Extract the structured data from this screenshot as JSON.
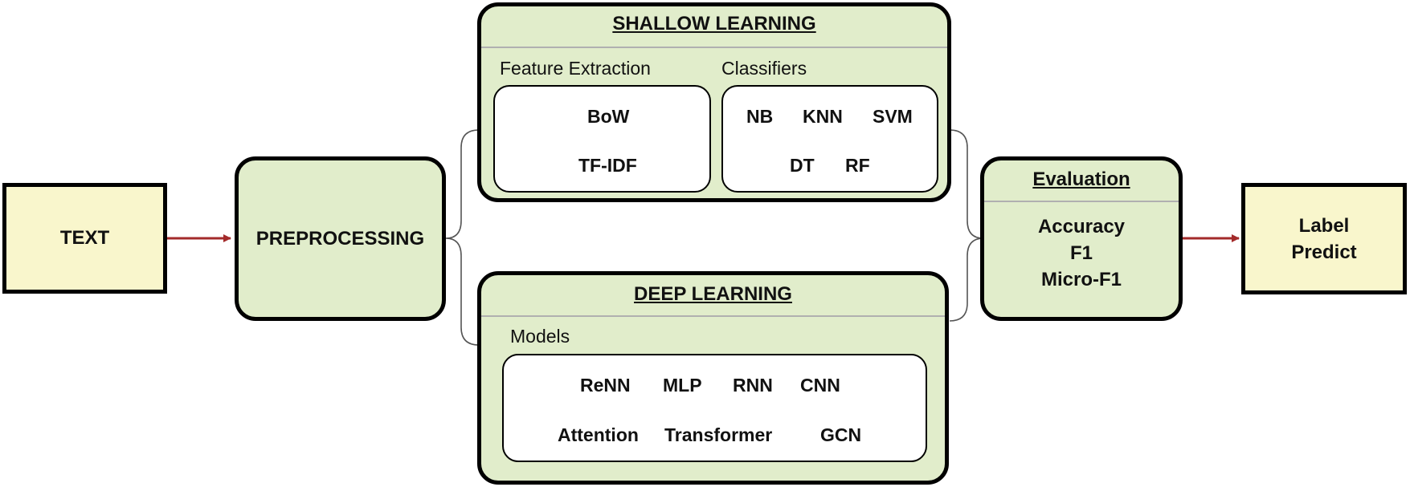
{
  "text_box": {
    "label": "TEXT"
  },
  "preprocessing": {
    "label": "PREPROCESSING"
  },
  "shallow": {
    "title": "SHALLOW LEARNING",
    "feature_label": "Feature Extraction",
    "classifier_label": "Classifiers",
    "features": [
      "BoW",
      "TF-IDF"
    ],
    "classifiers": [
      "NB",
      "KNN",
      "SVM",
      "DT",
      "RF"
    ]
  },
  "deep": {
    "title": "DEEP LEARNING",
    "models_label": "Models",
    "models": [
      "ReNN",
      "MLP",
      "RNN",
      "CNN",
      "Attention",
      "Transformer",
      "GCN"
    ]
  },
  "evaluation": {
    "title": "Evaluation",
    "metrics": [
      "Accuracy",
      "F1",
      "Micro-F1"
    ]
  },
  "output": {
    "line1": "Label",
    "line2": "Predict"
  },
  "colors": {
    "arrow": "#a32a2a",
    "green_fill": "#e1edcb",
    "yellow_fill": "#f9f6cc"
  }
}
